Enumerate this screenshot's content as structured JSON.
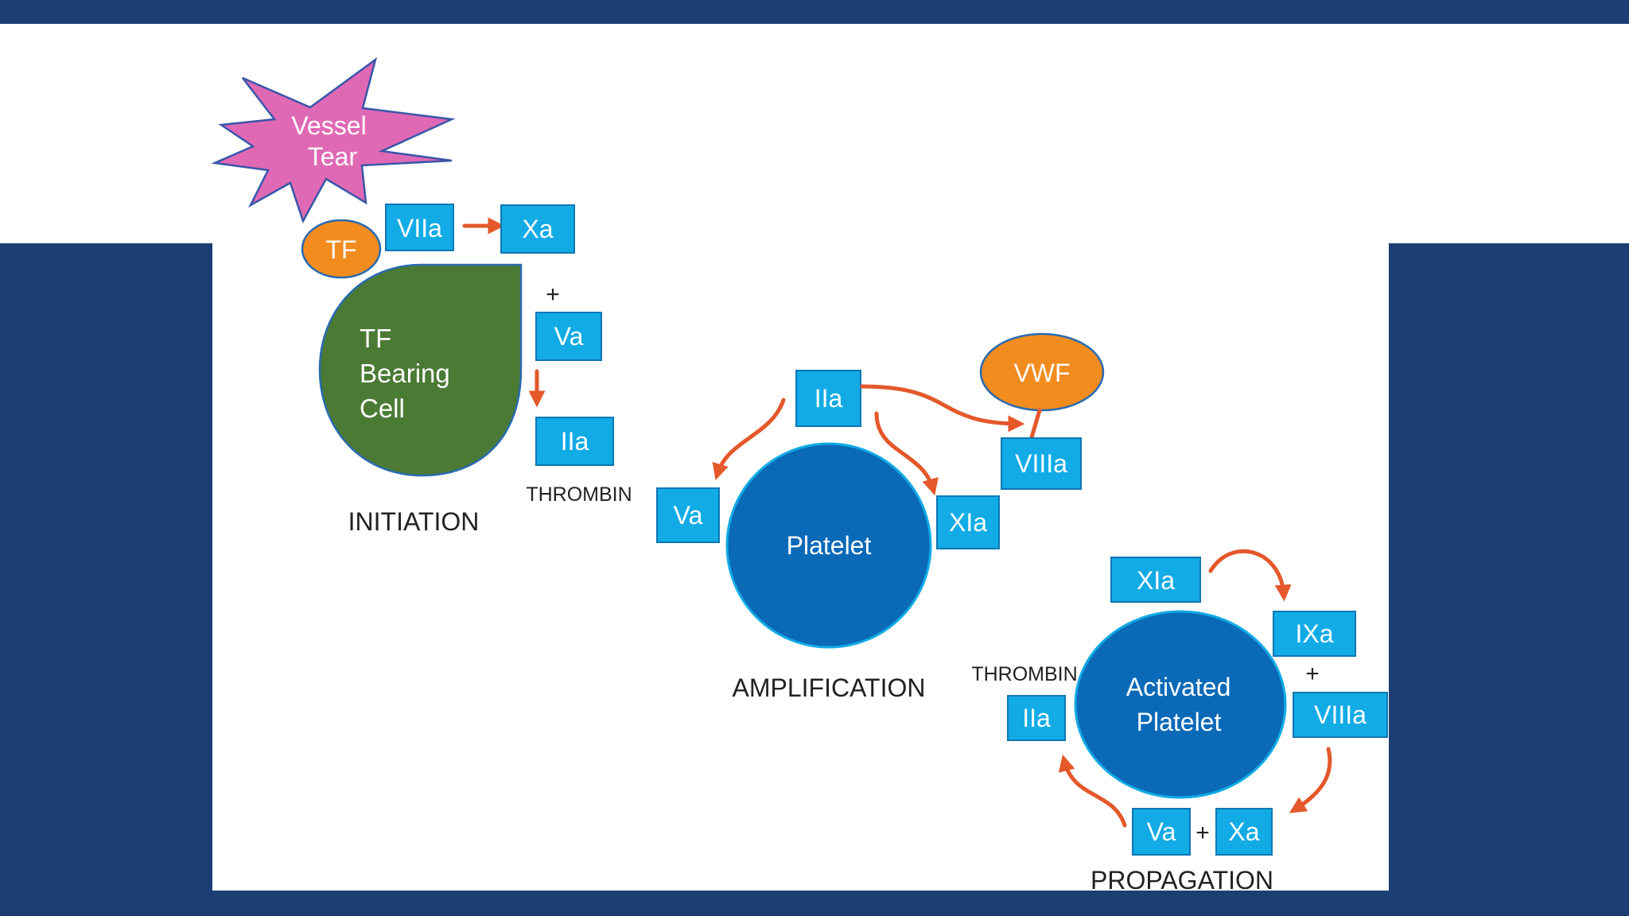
{
  "colors": {
    "frame": "#1b3f72",
    "panel": "#ffffff",
    "factor_box": "#12abe6",
    "factor_border": "#0f77b3",
    "arrow": "#e4582a",
    "tf_oval": "#f28c1f",
    "tf_cell": "#4a7a34",
    "platelet": "#0a6ab8",
    "starburst": "#e069b5",
    "text_dark": "#222222",
    "text_light": "#ffffff"
  },
  "shapes": {
    "vessel_tear": {
      "lines": [
        "Vessel",
        "Tear"
      ],
      "icon": "starburst-icon"
    },
    "tf_oval": {
      "label": "TF"
    },
    "tf_cell": {
      "lines": [
        "TF",
        "Bearing",
        "Cell"
      ]
    },
    "platelet": {
      "label": "Platelet"
    },
    "vwf_oval": {
      "label": "VWF"
    },
    "activated_platelet": {
      "lines": [
        "Activated",
        "Platelet"
      ]
    }
  },
  "factors": {
    "initiation_viia": "VIIa",
    "initiation_xa": "Xa",
    "initiation_va": "Va",
    "initiation_iia": "IIa",
    "amplification_iia": "IIa",
    "amplification_va": "Va",
    "amplification_xia": "XIa",
    "amplification_viiia": "VIIIa",
    "propagation_xia": "XIa",
    "propagation_ixa": "IXa",
    "propagation_viiia": "VIIIa",
    "propagation_iia": "IIa",
    "propagation_va": "Va",
    "propagation_xa": "Xa"
  },
  "labels": {
    "plus_initiation": "+",
    "thrombin_initiation": "THROMBIN",
    "initiation": "INITIATION",
    "amplification": "AMPLIFICATION",
    "thrombin_propagation": "THROMBIN",
    "plus_propagation_right": "+",
    "plus_propagation_bottom": "+",
    "propagation": "PROPAGATION"
  }
}
